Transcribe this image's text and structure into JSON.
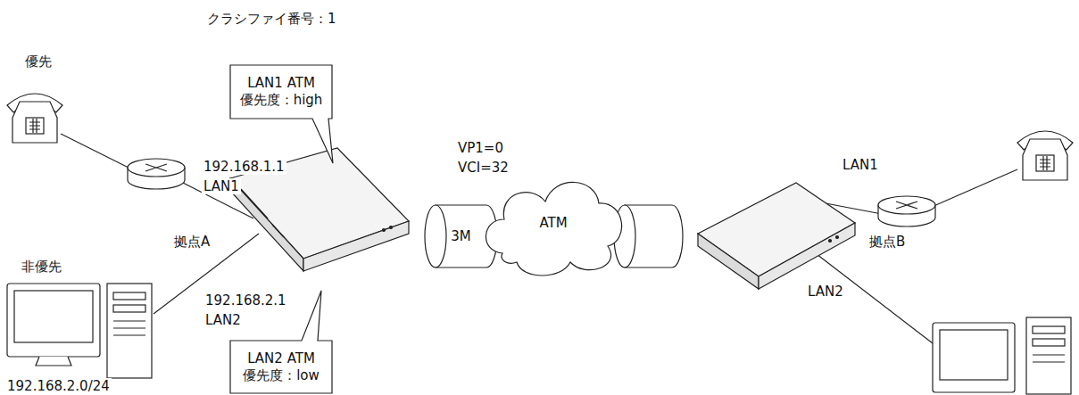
{
  "diagram": {
    "nodes": [
      {
        "text": [
          "LAN1 ATM",
          "優先度：high"
        ]
      },
      {
        "text": [
          "LAN2 ATM",
          "優先度：low"
        ]
      },
      {
        "text": [
          "3M"
        ]
      },
      {
        "text": [
          "ATM"
        ]
      }
    ],
    "labels": [
      "クラシファイ番号：1",
      "優先",
      "192.168.1.1",
      "LAN1",
      "拠点A",
      "192.168.2.1",
      "LAN2",
      "非優先",
      "192.168.2.0/24",
      "VP1=0",
      "VCI=32",
      "LAN1",
      "拠点B",
      "LAN2"
    ]
  }
}
